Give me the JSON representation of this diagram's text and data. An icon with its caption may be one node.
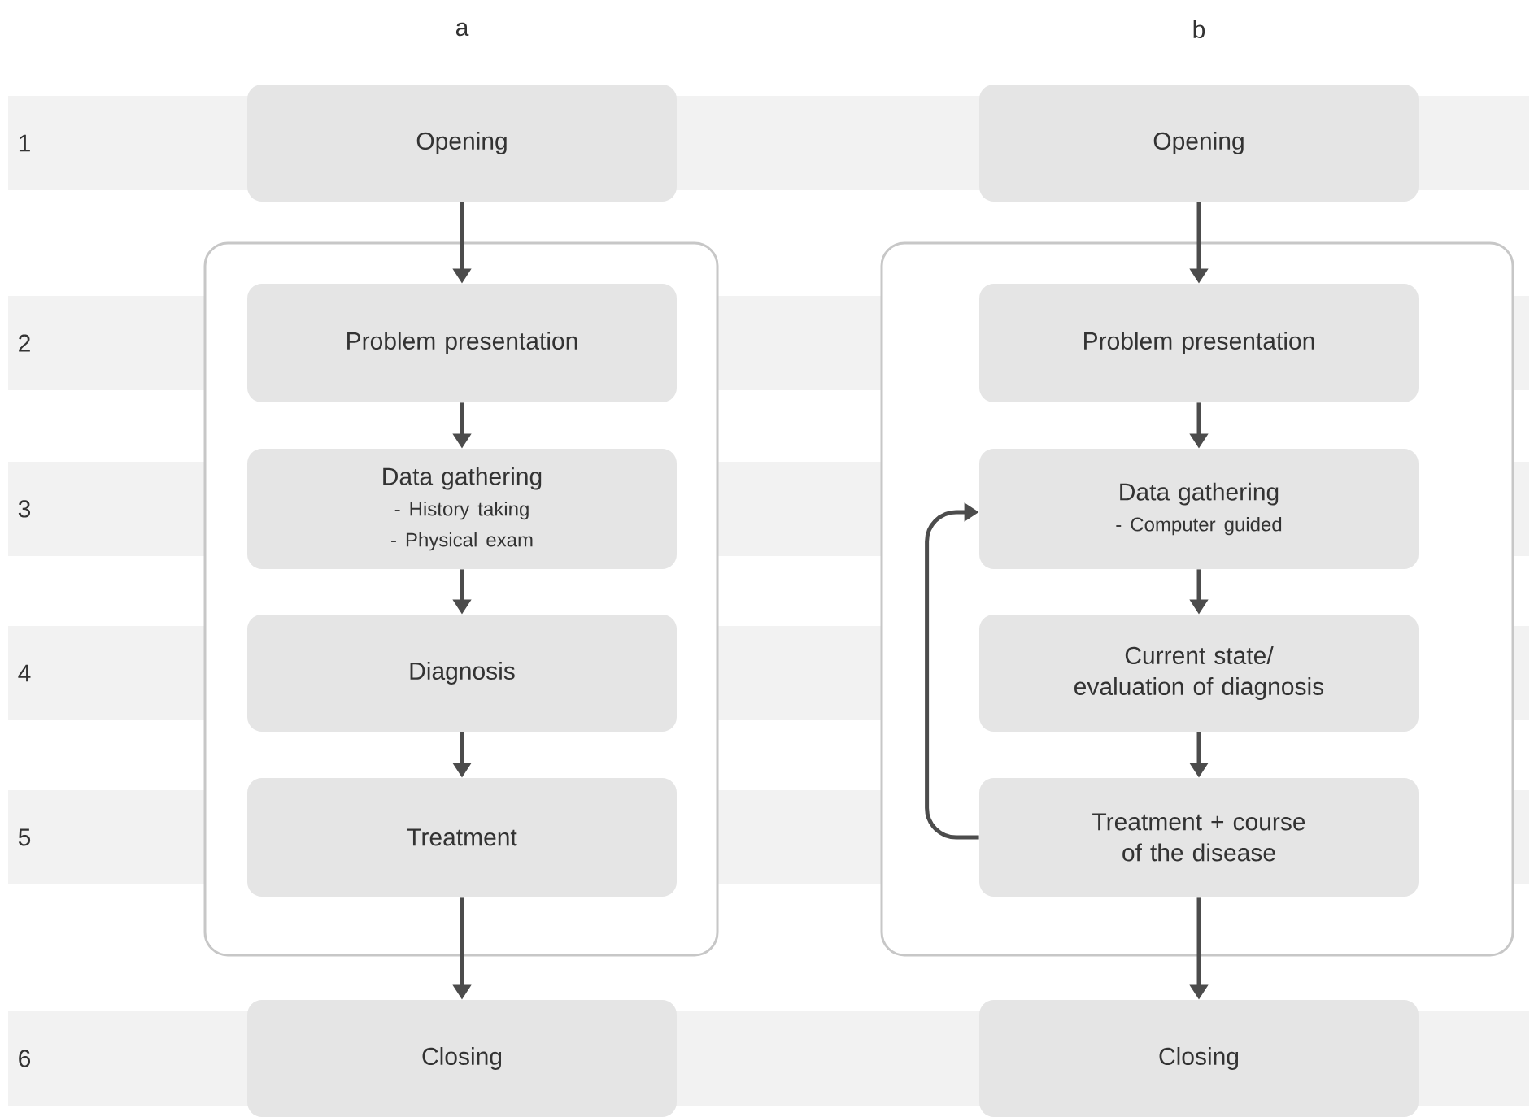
{
  "diagram": {
    "nodes": [
      {
        "text": [
          "Opening"
        ]
      },
      {
        "text": [],
        "shape": "box"
      },
      {
        "text": [
          "Problem presentation"
        ],
        "in": 1
      },
      {
        "text": [
          "Data gathering",
          "- History taking",
          "- Physical exam"
        ],
        "in": 1
      },
      {
        "text": [
          "Diagnosis"
        ],
        "in": 1
      },
      {
        "text": [
          "Treatment"
        ],
        "in": 1
      },
      {
        "text": [
          "Closing"
        ]
      },
      {
        "text": [
          "Opening"
        ]
      },
      {
        "text": [],
        "shape": "box"
      },
      {
        "text": [
          "Problem presentation"
        ],
        "in": 8
      },
      {
        "text": [
          "Data gathering",
          "- Computer guided"
        ],
        "in": 8
      },
      {
        "text": [
          "Current state/ evaluation of diagnosis"
        ],
        "in": 8
      },
      {
        "text": [
          "Treatment + course of the disease"
        ],
        "in": 8
      },
      {
        "text": [
          "Closing"
        ]
      }
    ],
    "edges": [
      {
        "from": 0,
        "to": 2,
        "arrow": "to"
      },
      {
        "from": 2,
        "to": 3,
        "arrow": "to"
      },
      {
        "from": 3,
        "to": 4,
        "arrow": "to"
      },
      {
        "from": 4,
        "to": 5,
        "arrow": "to"
      },
      {
        "from": 5,
        "to": 6,
        "arrow": "to"
      },
      {
        "from": 7,
        "to": 9,
        "arrow": "to"
      },
      {
        "from": 9,
        "to": 10,
        "arrow": "to"
      },
      {
        "from": 10,
        "to": 11,
        "arrow": "to"
      },
      {
        "from": 11,
        "to": 12,
        "arrow": "to"
      },
      {
        "from": 12,
        "to": 13,
        "arrow": "to"
      },
      {
        "from": 12,
        "to": 10,
        "arrow": "to"
      }
    ],
    "labels": [
      "a",
      "b",
      "1",
      "2",
      "3",
      "4",
      "5",
      "6"
    ]
  }
}
